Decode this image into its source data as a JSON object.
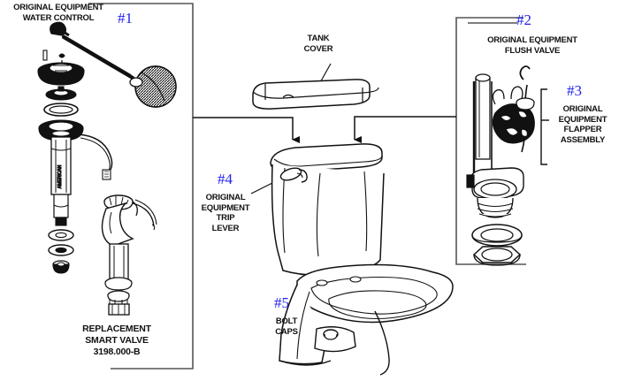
{
  "diagram": {
    "title_context": "Toilet repair parts exploded diagram",
    "accent_color": "#2222ee",
    "line_color": "#555555",
    "art_color": "#111111"
  },
  "callouts": {
    "one": {
      "number": "#1",
      "label": "ORIGINAL EQUIPMENT\nWATER CONTROL"
    },
    "two": {
      "number": "#2",
      "label": "ORIGINAL EQUIPMENT\nFLUSH VALVE"
    },
    "three": {
      "number": "#3",
      "label": "ORIGINAL\nEQUIPMENT\nFLAPPER\nASSEMBLY"
    },
    "four": {
      "number": "#4",
      "label": "ORIGINAL\nEQUIPMENT\nTRIP\nLEVER"
    },
    "five": {
      "number": "#5",
      "label": "BOLT\nCAPS"
    }
  },
  "parts": {
    "tank_cover": "TANK\nCOVER",
    "replacement": "REPLACEMENT\nSMART VALVE\n3198.000-B"
  }
}
